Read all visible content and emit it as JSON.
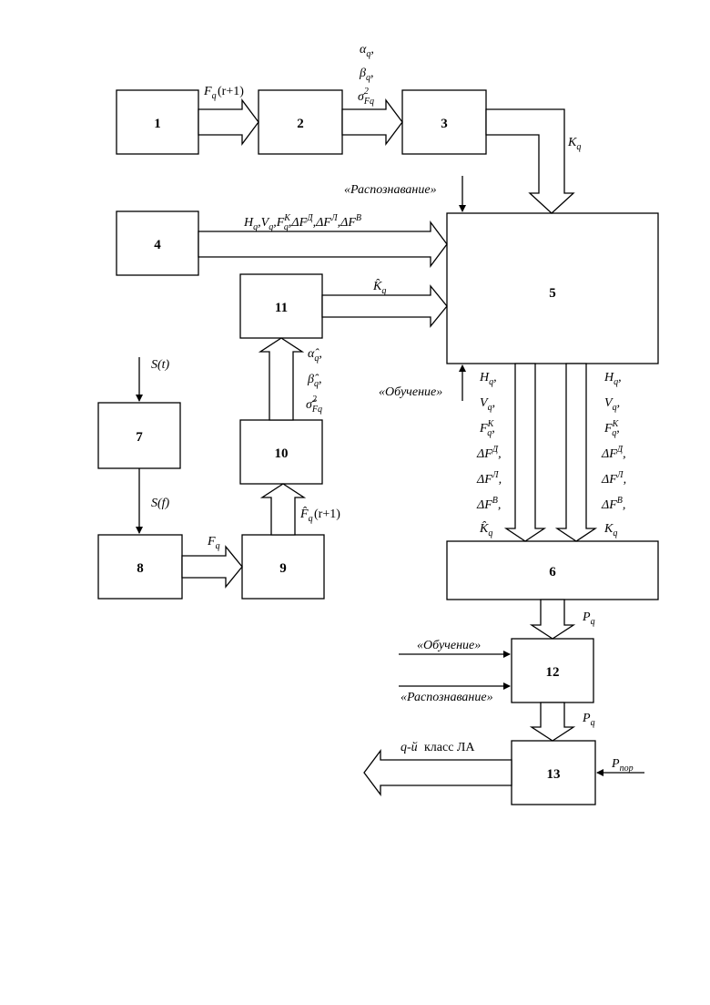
{
  "blocks": {
    "b1": "1",
    "b2": "2",
    "b3": "3",
    "b4": "4",
    "b5": "5",
    "b6": "6",
    "b7": "7",
    "b8": "8",
    "b9": "9",
    "b10": "10",
    "b11": "11",
    "b12": "12",
    "b13": "13"
  },
  "labels": {
    "raspoznavanie": "«Распознавание»",
    "obuchenie": "«Обучение»",
    "s_t": "S(t)",
    "s_f": "S(f)",
    "r_plus_1": "(r+1)",
    "class_q": "q-й",
    "class_text": "класс ЛА"
  }
}
